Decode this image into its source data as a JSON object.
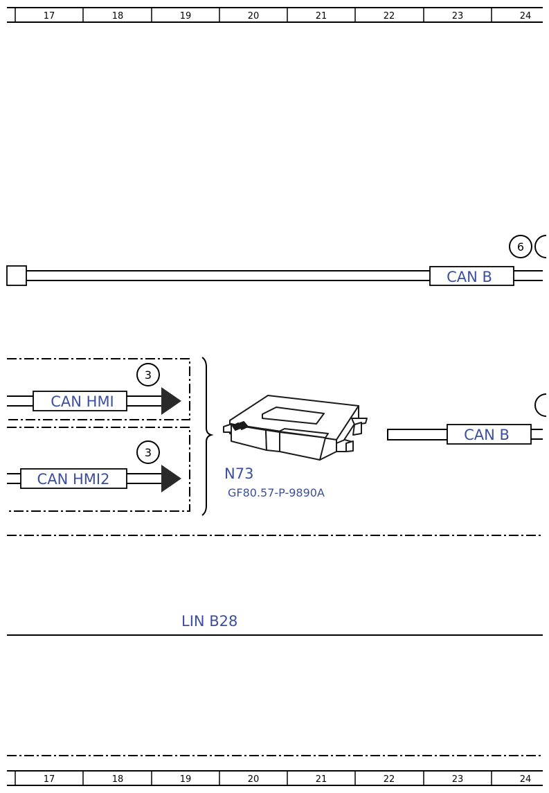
{
  "grid": {
    "columns": [
      "17",
      "18",
      "19",
      "20",
      "21",
      "22",
      "23",
      "24"
    ]
  },
  "bus": {
    "can_b_top": "CAN B",
    "can_b_right": "CAN B",
    "lin": "LIN B28",
    "can_hmi": "CAN HMI",
    "can_hmi2": "CAN HMI2"
  },
  "markers": {
    "top": "6",
    "hmi": "3",
    "hmi2": "3"
  },
  "module": {
    "id": "N73",
    "ref": "GF80.57-P-9890A"
  },
  "colors": {
    "label": "#3c4f9c",
    "line": "#1a1a1a"
  }
}
